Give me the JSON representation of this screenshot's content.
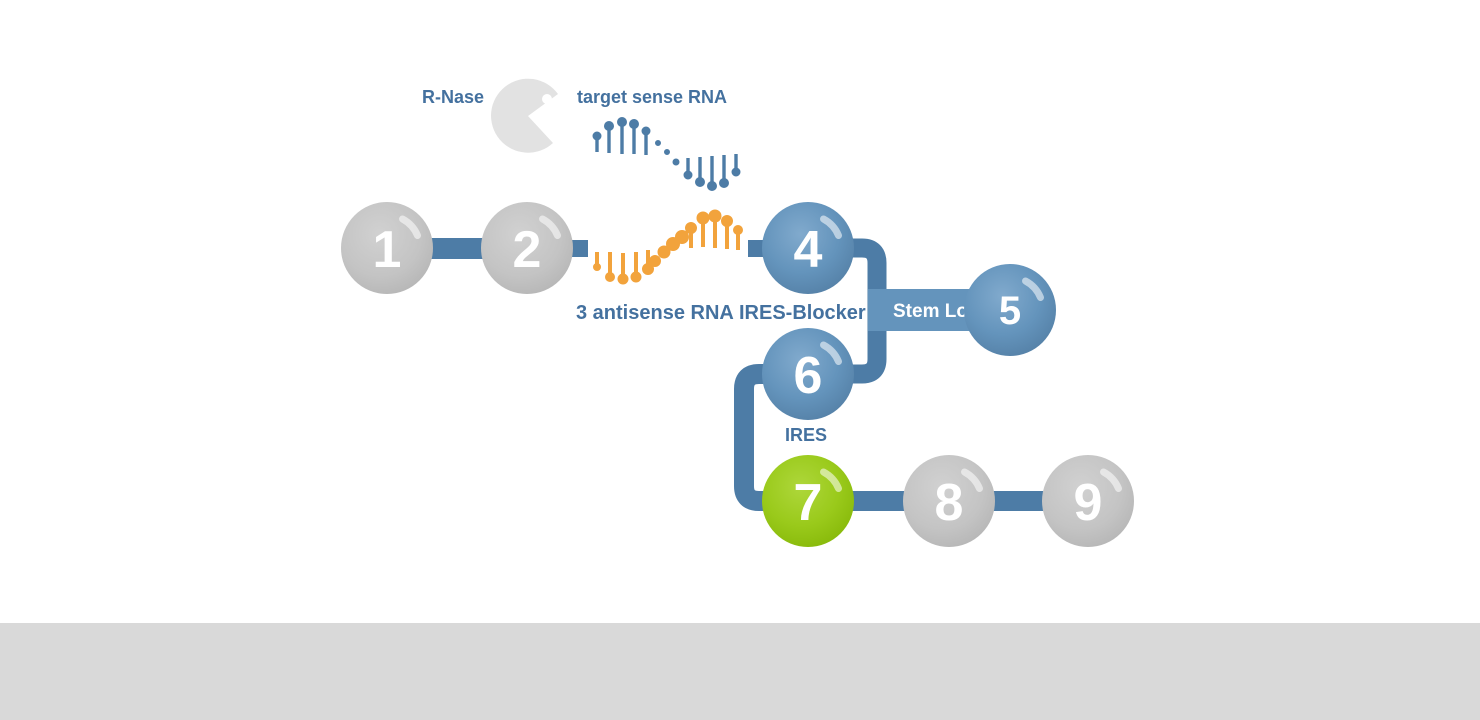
{
  "diagram": {
    "annotations": {
      "rnase": "R-Nase",
      "target_sense_rna": "target sense RNA",
      "antisense_rna": "3 antisense RNA",
      "ires_blocker": "IRES-Blocker",
      "stem_loop": "Stem Loop",
      "ires": "IRES"
    },
    "nodes": [
      {
        "number": "1",
        "color": "gray"
      },
      {
        "number": "2",
        "color": "gray"
      },
      {
        "number": "4",
        "color": "blue"
      },
      {
        "number": "5",
        "color": "blue"
      },
      {
        "number": "6",
        "color": "blue"
      },
      {
        "number": "7",
        "color": "green"
      },
      {
        "number": "8",
        "color": "gray"
      },
      {
        "number": "9",
        "color": "gray"
      }
    ],
    "strands": [
      {
        "name": "target sense RNA",
        "color": "#4d7ca6"
      },
      {
        "name": "3 antisense RNA",
        "color": "#f2a33c"
      }
    ],
    "colors": {
      "connector_blue": "#4d7ca6",
      "node_blue": "#6494bc",
      "node_gray": "#c3c3c3",
      "node_green": "#9aca1b",
      "strand_orange": "#f2a33c",
      "label_blue": "#44719f",
      "number_white": "#ffffff",
      "pacman_gray": "#e2e2e2",
      "footer_gray": "#d9d9d9",
      "background": "#ffffff"
    }
  }
}
